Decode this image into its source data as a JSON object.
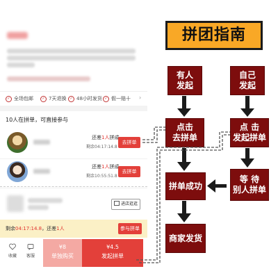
{
  "title": "拼团指南",
  "phone": {
    "guarantees": [
      "全场包邮",
      "7天退换",
      "48小时发货",
      "假一赔十"
    ],
    "group_header": "10人在拼单，可直接参与",
    "members": [
      {
        "need_prefix": "还差",
        "need_count": "1人",
        "need_suffix": "拼成",
        "remain": "剩余04:17:14.8",
        "button": "去拼单"
      },
      {
        "need_prefix": "还差",
        "need_count": "1人",
        "need_suffix": "拼成",
        "remain": "剩余10:55:51.8",
        "button": "去拼单"
      }
    ],
    "shop_button": "进店逛逛",
    "countdown": {
      "prefix": "剩余",
      "time": "04:17:14.8",
      "sep": "，还差",
      "count": "1人",
      "button": "参与拼单"
    },
    "tabs": [
      "收藏",
      "客服"
    ],
    "buy_alone": {
      "price": "¥8",
      "label": "单独购买"
    },
    "buy_group": {
      "price": "¥4.5",
      "label": "发起拼单"
    }
  },
  "diagram": {
    "start_a": "有人\n发起",
    "start_b": "自己\n发起",
    "click_join": "点击\n去拼单",
    "click_start": "点 击\n发起拼单",
    "success": "拼单成功",
    "wait": "等 待\n别人拼单",
    "ship": "商家发货"
  },
  "colors": {
    "box": "#7d0d0d",
    "title_bg": "#f9a826",
    "accent_red": "#e3403a"
  }
}
